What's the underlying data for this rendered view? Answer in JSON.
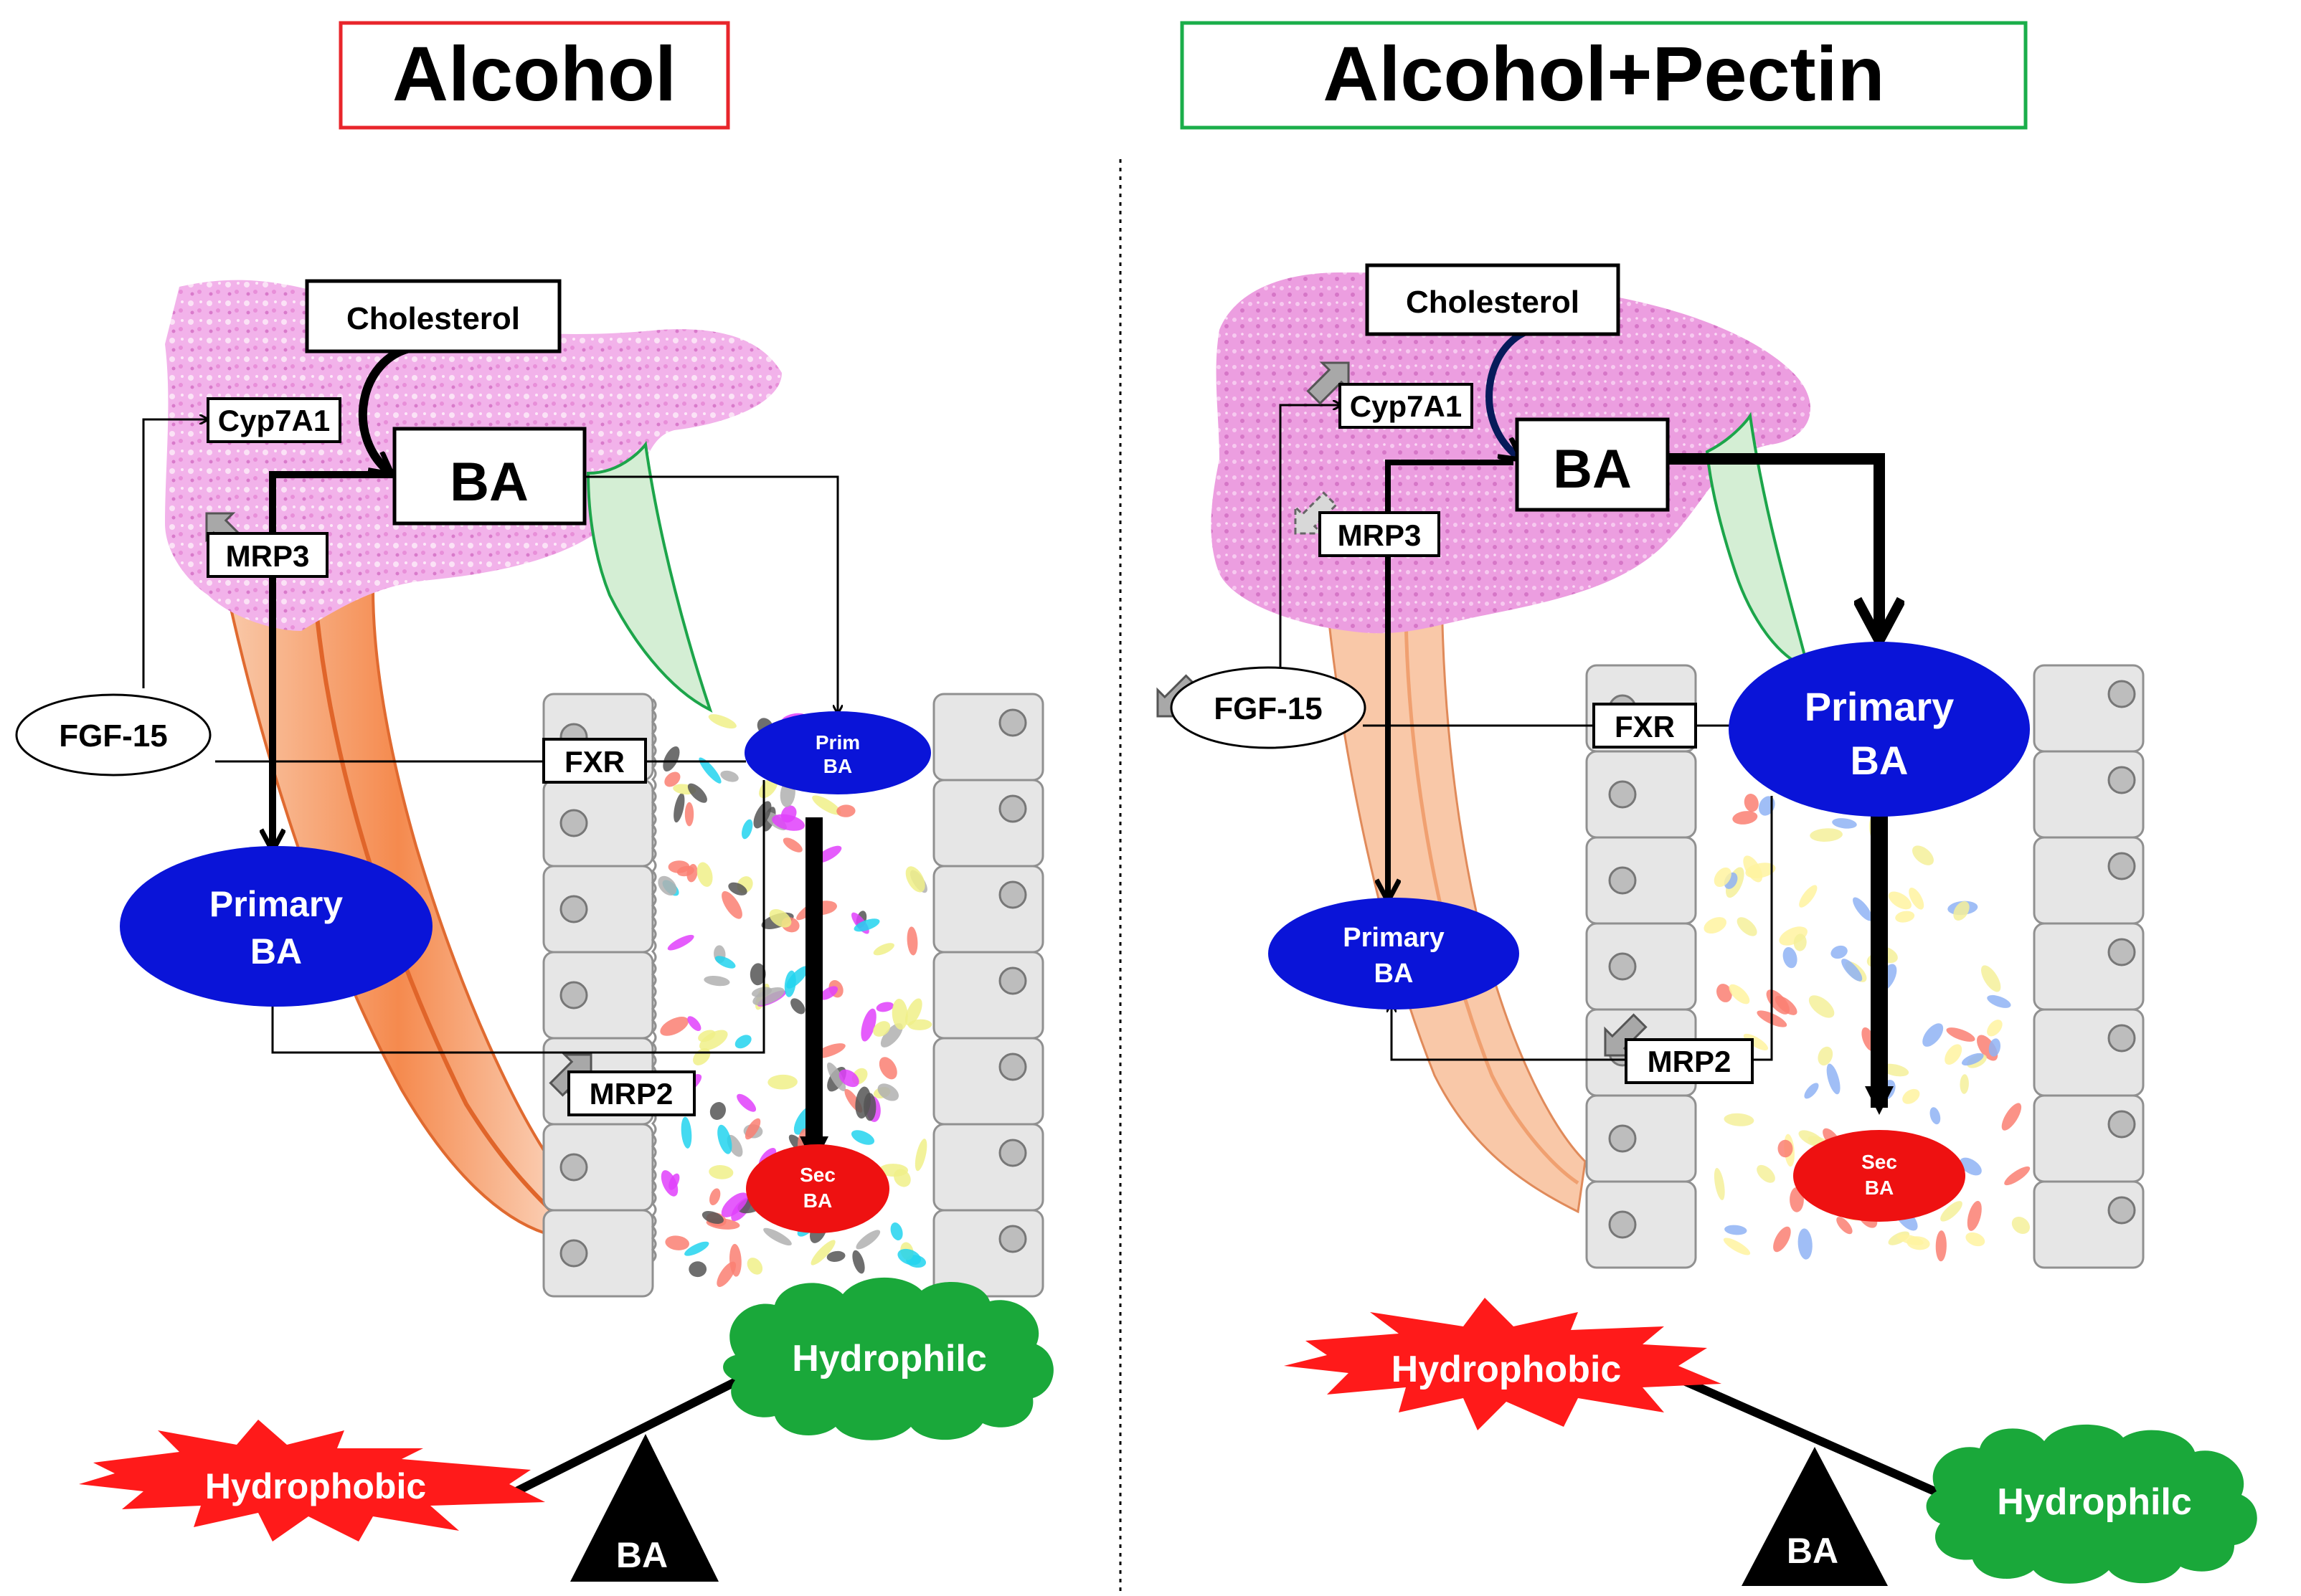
{
  "left_panel": {
    "title": "Alcohol",
    "title_border_color": "#e8252b",
    "labels": {
      "cholesterol": "Cholesterol",
      "cyp7a1": "Cyp7A1",
      "ba": "BA",
      "mrp3": "MRP3",
      "fgf15": "FGF-15",
      "fxr": "FXR",
      "prim_ba_line1": "Prim",
      "prim_ba_line2": "BA",
      "primary_ba_line1": "Primary",
      "primary_ba_line2": "BA",
      "mrp2": "MRP2",
      "sec_ba_line1": "Sec",
      "sec_ba_line2": "BA",
      "hydrophilic": "Hydrophilc",
      "hydrophobic": "Hydrophobic",
      "balance_ba": "BA"
    }
  },
  "right_panel": {
    "title": "Alcohol+Pectin",
    "title_border_color": "#1aae4a",
    "labels": {
      "cholesterol": "Cholesterol",
      "cyp7a1": "Cyp7A1",
      "ba": "BA",
      "mrp3": "MRP3",
      "fgf15": "FGF-15",
      "fxr": "FXR",
      "primary_ba_top_line1": "Primary",
      "primary_ba_top_line2": "BA",
      "primary_ba_line1": "Primary",
      "primary_ba_line2": "BA",
      "mrp2": "MRP2",
      "sec_ba_line1": "Sec",
      "sec_ba_line2": "BA",
      "hydrophobic": "Hydrophobic",
      "hydrophilic": "Hydrophilc",
      "balance_ba": "BA"
    }
  },
  "colors": {
    "bile_acid_blue": "#0a14d8",
    "secondary_red": "#ee1111",
    "hydrophilic_green": "#1aa83a",
    "hydrophobic_red": "#ff1a1a",
    "liver_pink": "#f0a8e6",
    "gallbladder_green": "#cdebcd",
    "intestine_orange": "#f58a4e",
    "cell_gray": "#e4e4e4"
  }
}
